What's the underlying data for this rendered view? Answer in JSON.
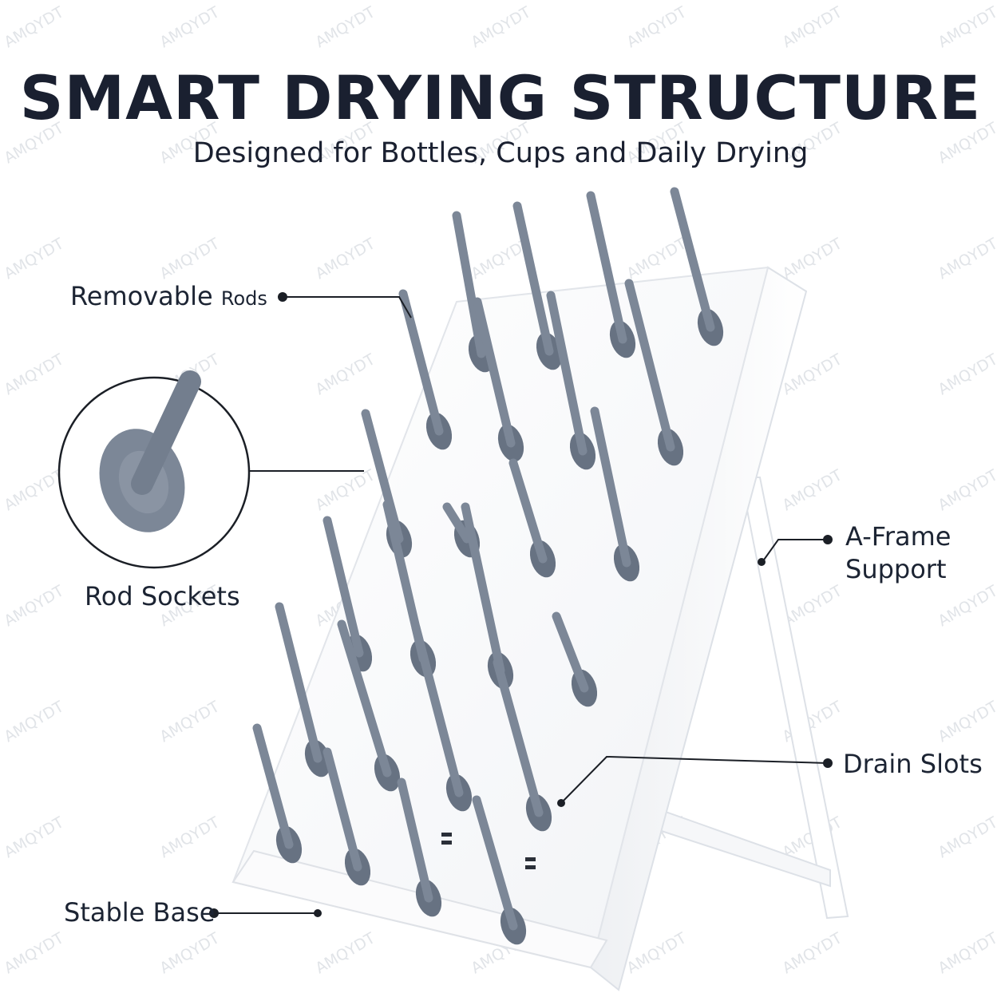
{
  "header": {
    "title": "SMART DRYING STRUCTURE",
    "subtitle": "Designed for Bottles, Cups and Daily Drying"
  },
  "callouts": {
    "removable_rods": {
      "part1": "Removable",
      "part2": "Rods"
    },
    "rod_sockets": "Rod Sockets",
    "a_frame_line1": "A-Frame",
    "a_frame_line2": "Support",
    "drain_slots": "Drain Slots",
    "stable_base": "Stable Base"
  },
  "watermark": {
    "text": "AMQYDT"
  },
  "colors": {
    "text": "#1c2433",
    "rod": "#7c8797",
    "rod_dark": "#677282",
    "board": "#ffffff",
    "board_edge": "#e4e7ec"
  }
}
